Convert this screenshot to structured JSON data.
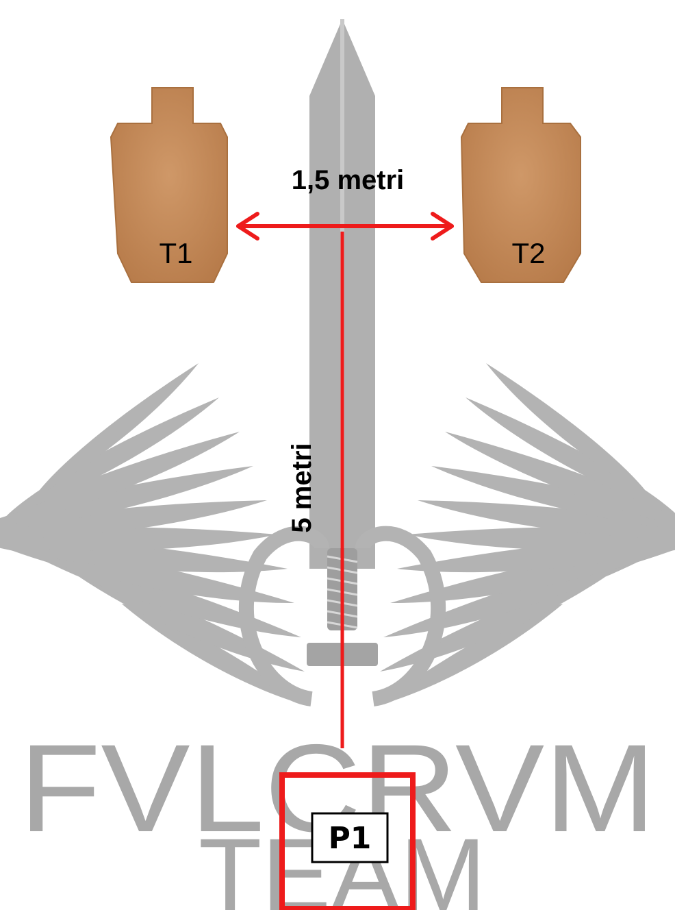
{
  "diagram": {
    "targets": [
      {
        "id": "t1",
        "label": "T1"
      },
      {
        "id": "t2",
        "label": "T2"
      }
    ],
    "target_spacing": "1,5 metri",
    "shooter_distance": "5 metri",
    "position_label": "P1",
    "colors": {
      "target_fill": "#c58c5c",
      "target_edge": "#a9703f",
      "marking_line": "#ee1b1b",
      "logo_gray": "#a8a8a8",
      "label_text": "#000000"
    }
  },
  "watermark": {
    "line1": "FVLCRVM",
    "line2": "TEAM",
    "icon": "winged-sword-emblem-icon"
  }
}
